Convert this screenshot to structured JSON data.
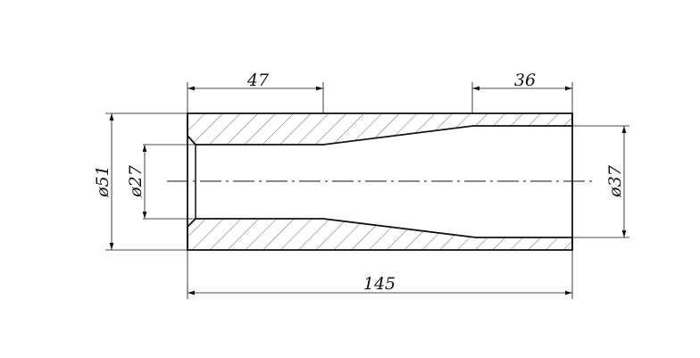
{
  "drawing": {
    "title": "Bushing section drawing",
    "dimensions": {
      "length_47": "47",
      "length_36": "36",
      "total_length": "145",
      "outer_diameter": "ø51",
      "bore_diameter": "ø27",
      "end_bore_diameter": "ø37"
    },
    "colors": {
      "line": "#111111",
      "hatch": "#555555"
    }
  }
}
